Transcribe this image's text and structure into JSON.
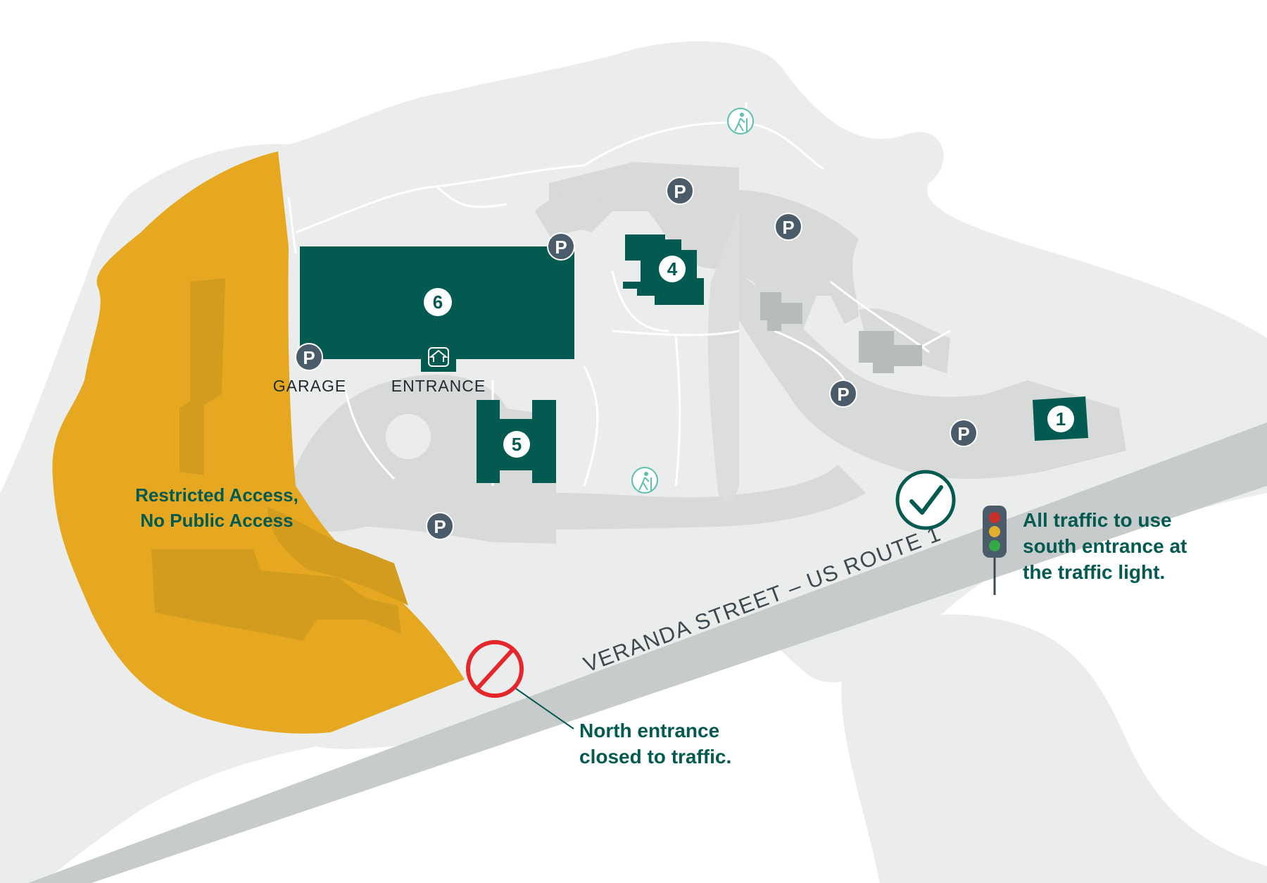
{
  "colors": {
    "land": "#ebecec",
    "path_bg": "#d8d9d9",
    "road": "#c7cbcb",
    "walkway": "#ffffff",
    "building_dark": "#035a50",
    "building_gray": "#b8bbbb",
    "restricted": "#e6a820",
    "restricted_dark": "#d39c1f",
    "parking_badge": "#4a5c6a",
    "accent_text": "#035a50",
    "no_entry": "#e5262b",
    "check": "#035a50",
    "trail_icon": "#5dbfb0"
  },
  "road": {
    "label": "VERANDA STREET – US ROUTE 1"
  },
  "buildings": [
    {
      "number": "6"
    },
    {
      "number": "4"
    },
    {
      "number": "5"
    },
    {
      "number": "1"
    }
  ],
  "labels": {
    "garage": "GARAGE",
    "entrance": "ENTRANCE",
    "parking_symbol": "P"
  },
  "restricted": {
    "line1": "Restricted Access,",
    "line2": "No Public Access"
  },
  "callouts": {
    "north": {
      "line1": "North entrance",
      "line2": "closed to traffic."
    },
    "south": {
      "line1": "All traffic to use",
      "line2": "south entrance at",
      "line3": "the traffic light."
    }
  },
  "icons": {
    "parking": "parking-icon",
    "trail": "hiking-trail-icon",
    "entrance": "entrance-arrow-icon",
    "no_entry": "no-entry-icon",
    "check": "checkmark-icon",
    "traffic_light": "traffic-light-icon"
  }
}
